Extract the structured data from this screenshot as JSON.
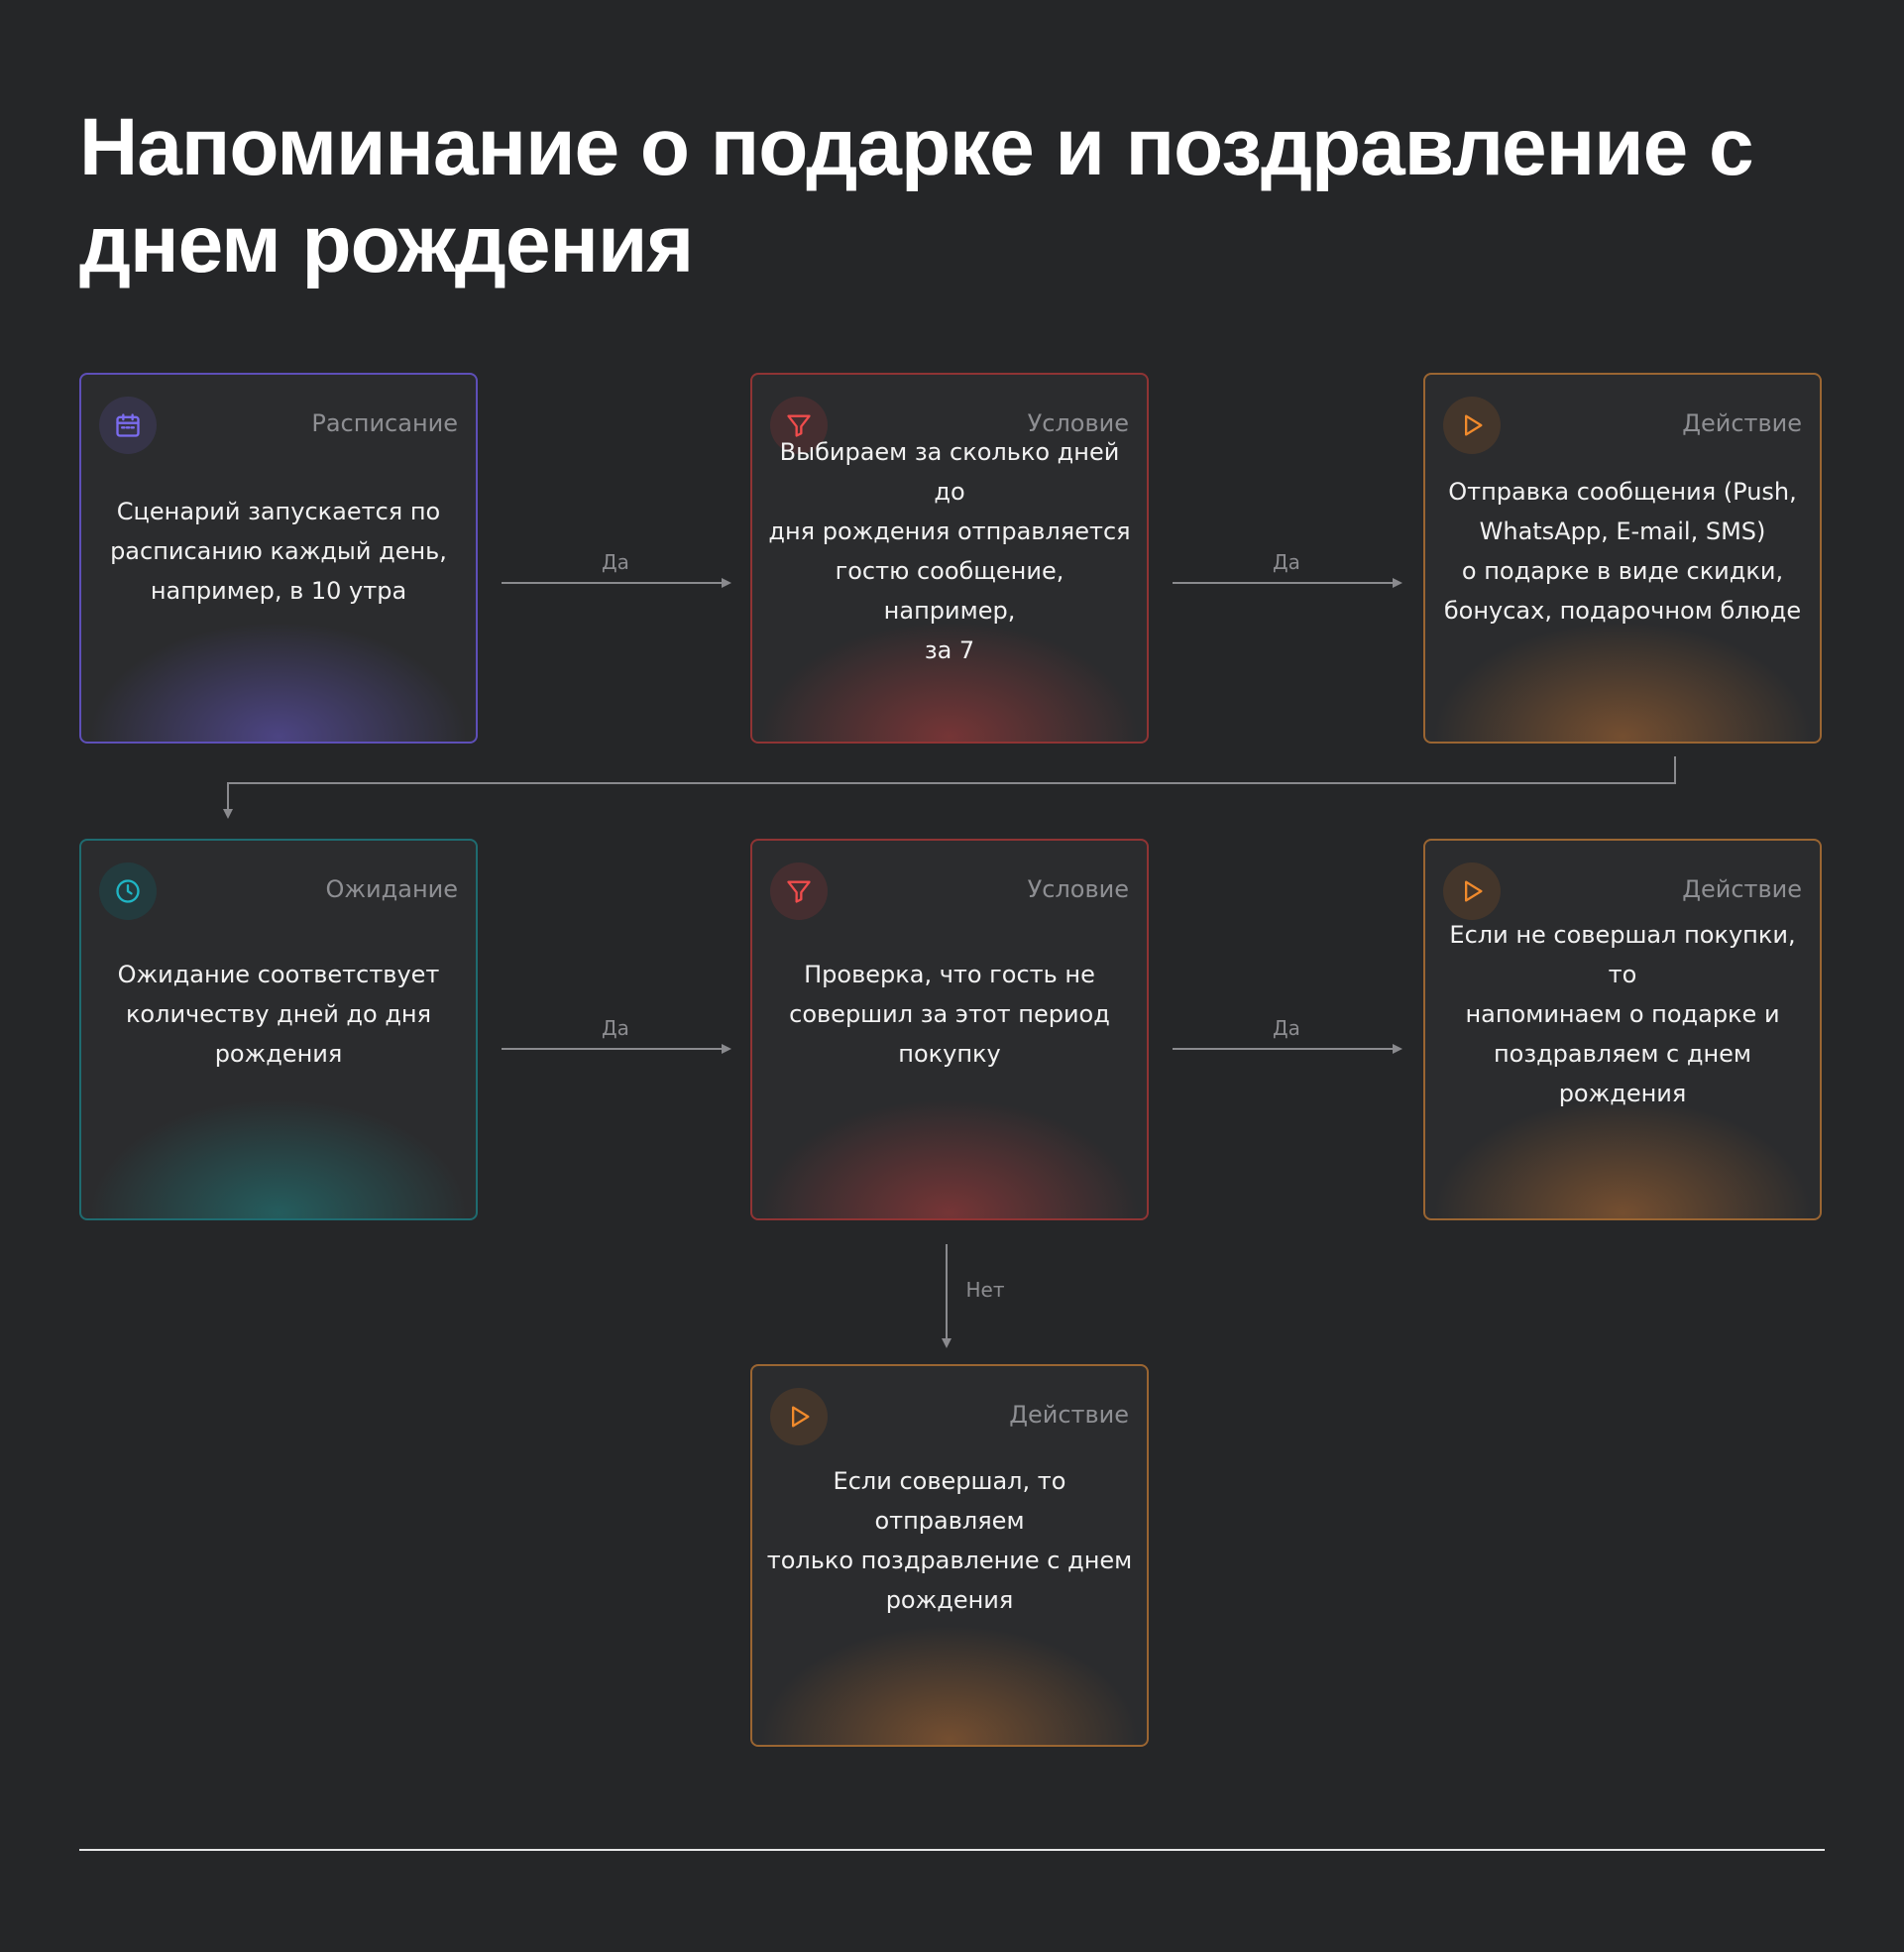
{
  "title": "Напоминание о подарке и поздравление с днем рождения",
  "cards": [
    {
      "type": "Расписание",
      "icon": "calendar-icon",
      "color": "#6a5acd",
      "text": "Сценарий запускается по\nрасписанию каждый день,\nнапример, в 10 утра"
    },
    {
      "type": "Условие",
      "icon": "filter-icon",
      "color": "#e04a4a",
      "text": "Выбираем за сколько дней до\nдня рождения отправляется\nгостю сообщение, например,\nза 7"
    },
    {
      "type": "Действие",
      "icon": "play-icon",
      "color": "#f08a2c",
      "text": "Отправка сообщения (Push,\nWhatsApp, E-mail, SMS)\nо подарке в виде скидки,\nбонусах, подарочном блюде"
    },
    {
      "type": "Ожидание",
      "icon": "clock-icon",
      "color": "#1fb5c4",
      "text": "Ожидание соответствует\nколичеству дней до дня\nрождения"
    },
    {
      "type": "Условие",
      "icon": "filter-icon",
      "color": "#e04a4a",
      "text": "Проверка, что гость не\nсовершил за этот период\nпокупку"
    },
    {
      "type": "Действие",
      "icon": "play-icon",
      "color": "#f08a2c",
      "text": "Если не совершал покупки, то\nнапоминаем о подарке и\nпоздравляем с днем рождения"
    },
    {
      "type": "Действие",
      "icon": "play-icon",
      "color": "#f08a2c",
      "text": "Если совершал, то отправляем\nтолько поздравление с днем\nрождения"
    }
  ],
  "connectors": {
    "yes": "Да",
    "no": "Нет"
  }
}
